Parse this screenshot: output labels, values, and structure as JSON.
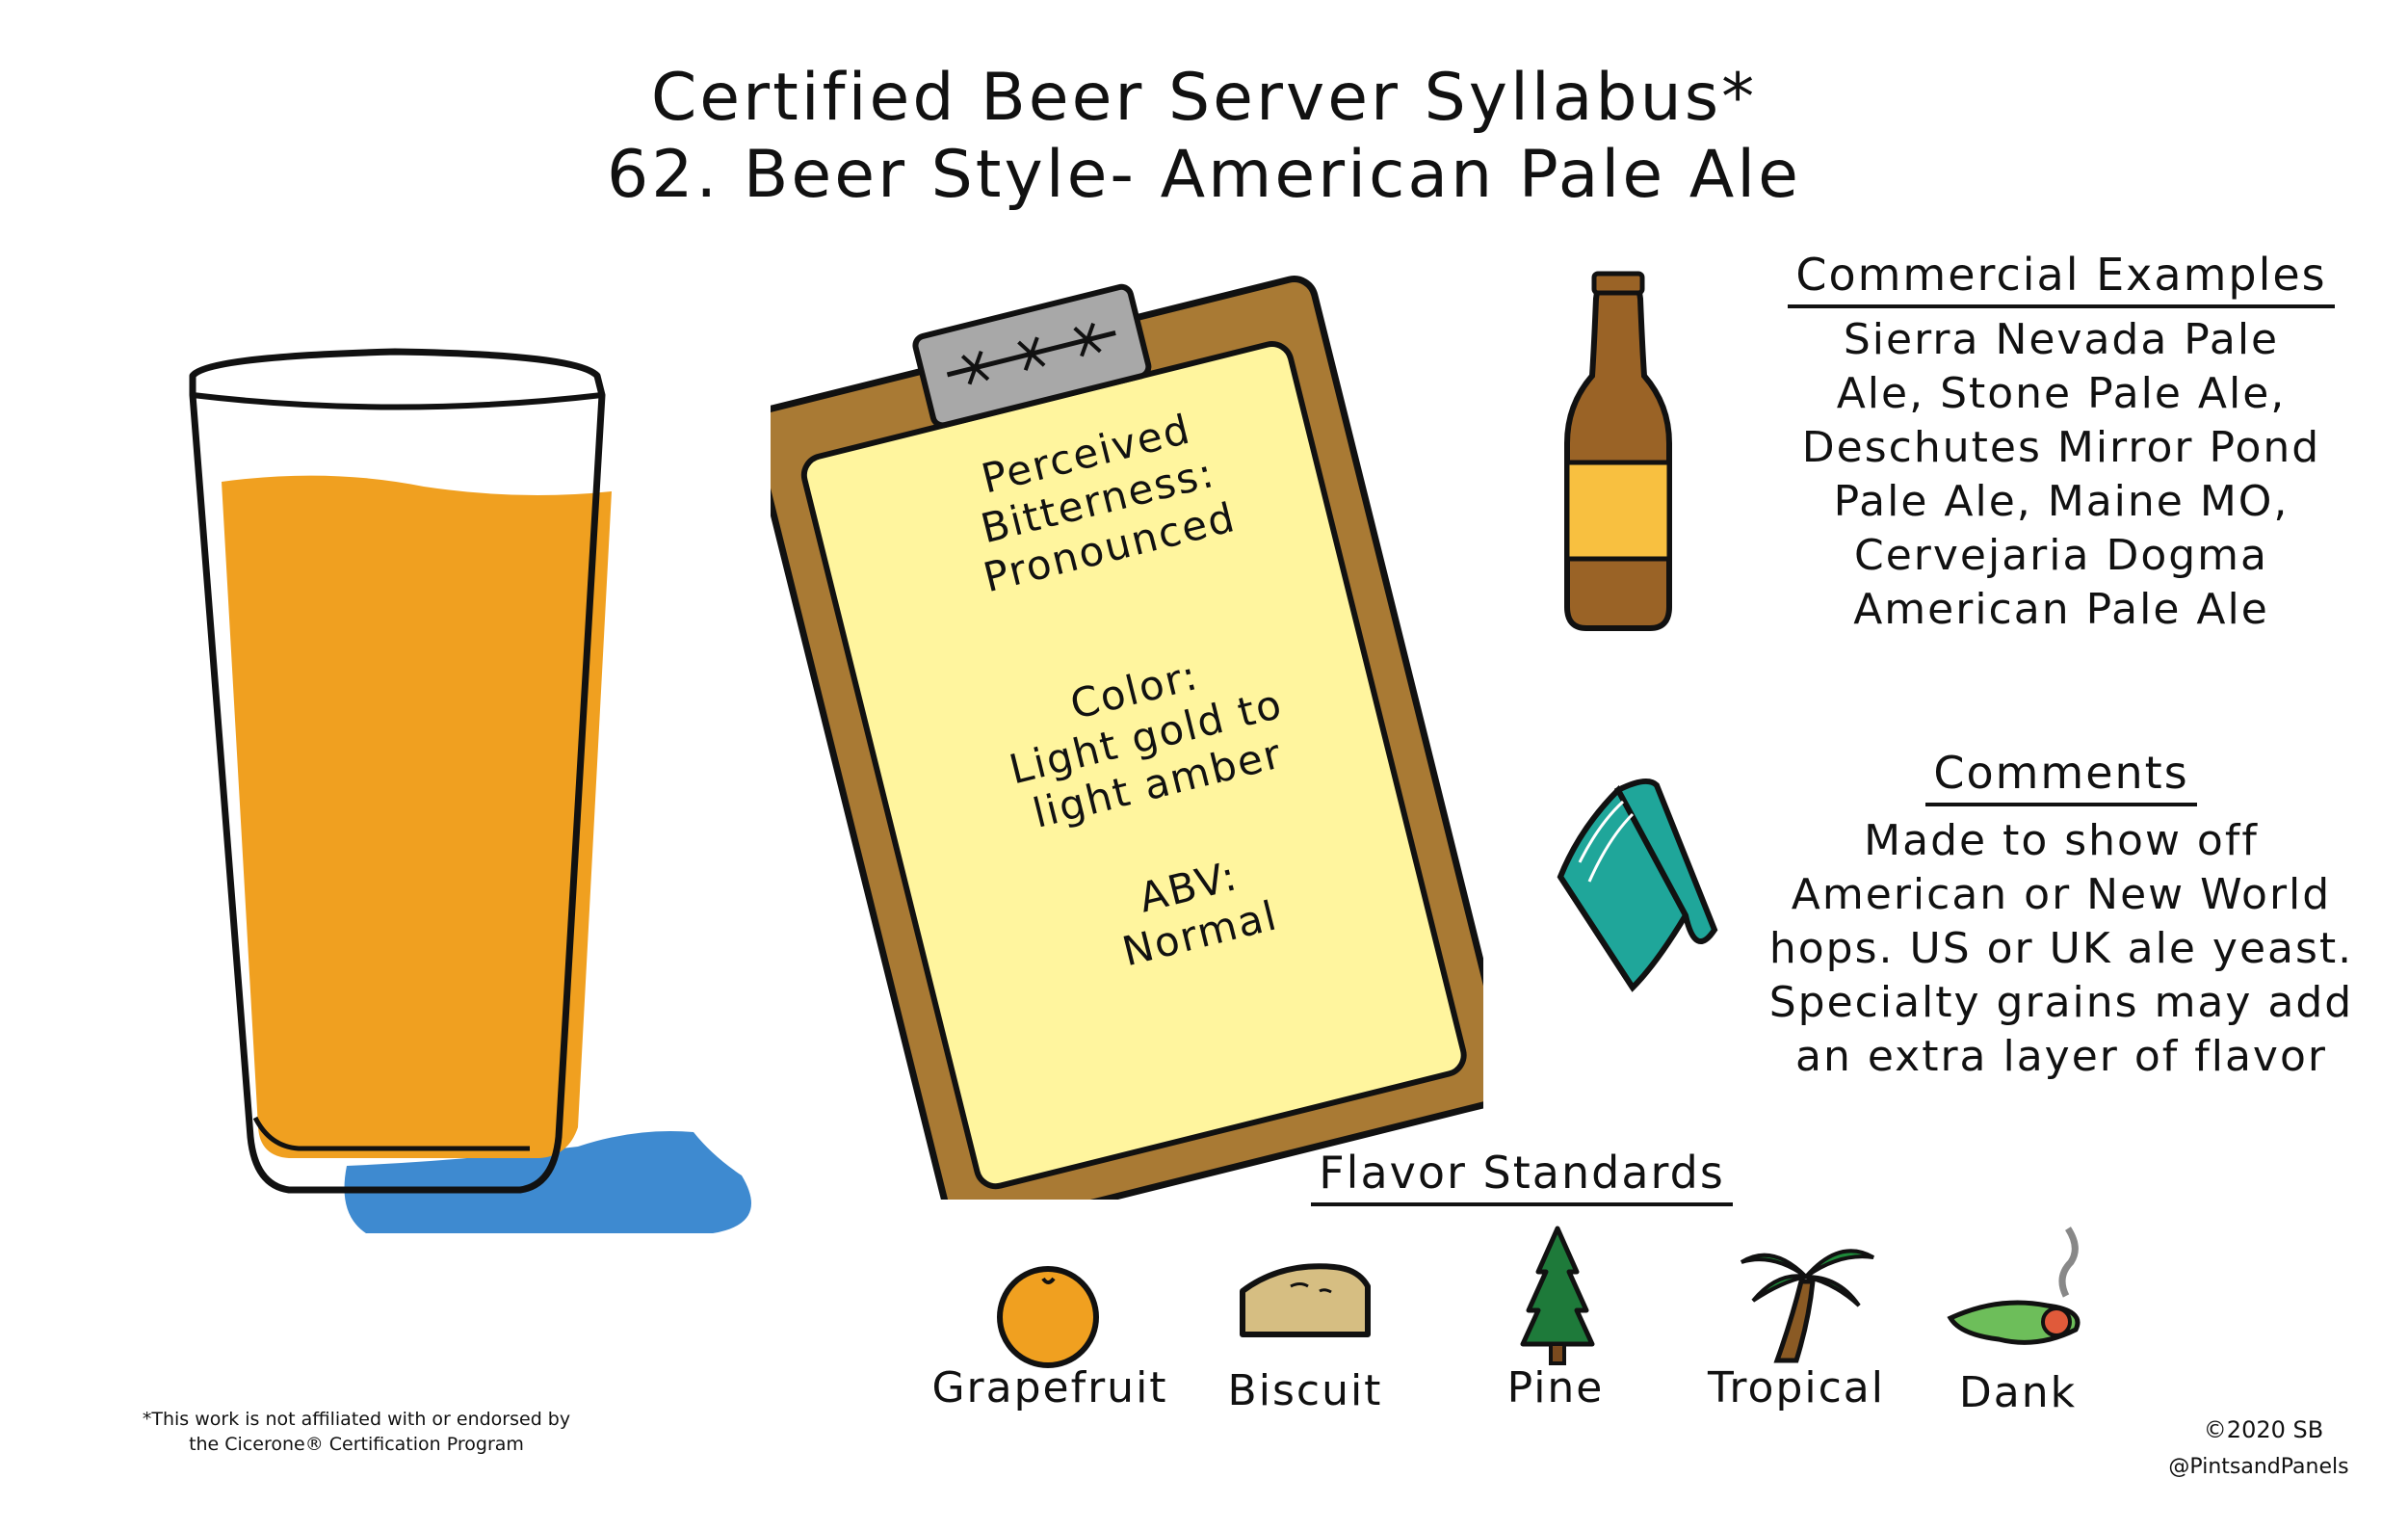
{
  "title": {
    "line1": "Certified Beer Server Syllabus*",
    "line2": "62. Beer Style- American Pale Ale"
  },
  "clipboard": {
    "bitterness_label": "Perceived Bitterness:",
    "bitterness_value": "Pronounced",
    "color_label": "Color:",
    "color_value": "Light gold to light amber",
    "abv_label": "ABV:",
    "abv_value": "Normal"
  },
  "commercial": {
    "heading": "Commercial Examples",
    "lines": [
      "Sierra Nevada Pale",
      "Ale, Stone Pale Ale,",
      "Deschutes Mirror Pond",
      "Pale Ale, Maine MO,",
      "Cervejaria Dogma",
      "American Pale Ale"
    ]
  },
  "comments": {
    "heading": "Comments",
    "lines": [
      "Made to show off",
      "American or New World",
      "hops. US or UK ale yeast.",
      "Specialty grains may add",
      "an extra layer of flavor"
    ]
  },
  "flavor": {
    "heading": "Flavor Standards",
    "items": [
      {
        "label": "Grapefruit",
        "icon": "grapefruit-icon"
      },
      {
        "label": "Biscuit",
        "icon": "biscuit-icon"
      },
      {
        "label": "Pine",
        "icon": "pine-tree-icon"
      },
      {
        "label": "Tropical",
        "icon": "palm-tree-icon"
      },
      {
        "label": "Dank",
        "icon": "dank-leaf-icon"
      }
    ]
  },
  "footer": {
    "disclaimer_line1": "*This work is not affiliated with or endorsed by",
    "disclaimer_line2": "the Cicerone® Certification Program",
    "copyright": "©2020 SB",
    "handle": "@PintsandPanels"
  },
  "colors": {
    "beer": "#F0A020",
    "spill": "#3E8AD0",
    "clipboard": "#A97A34",
    "paper": "#FFF59E",
    "bottle": "#9A6326",
    "bottle_label": "#F8C040",
    "book": "#1FA69A"
  }
}
